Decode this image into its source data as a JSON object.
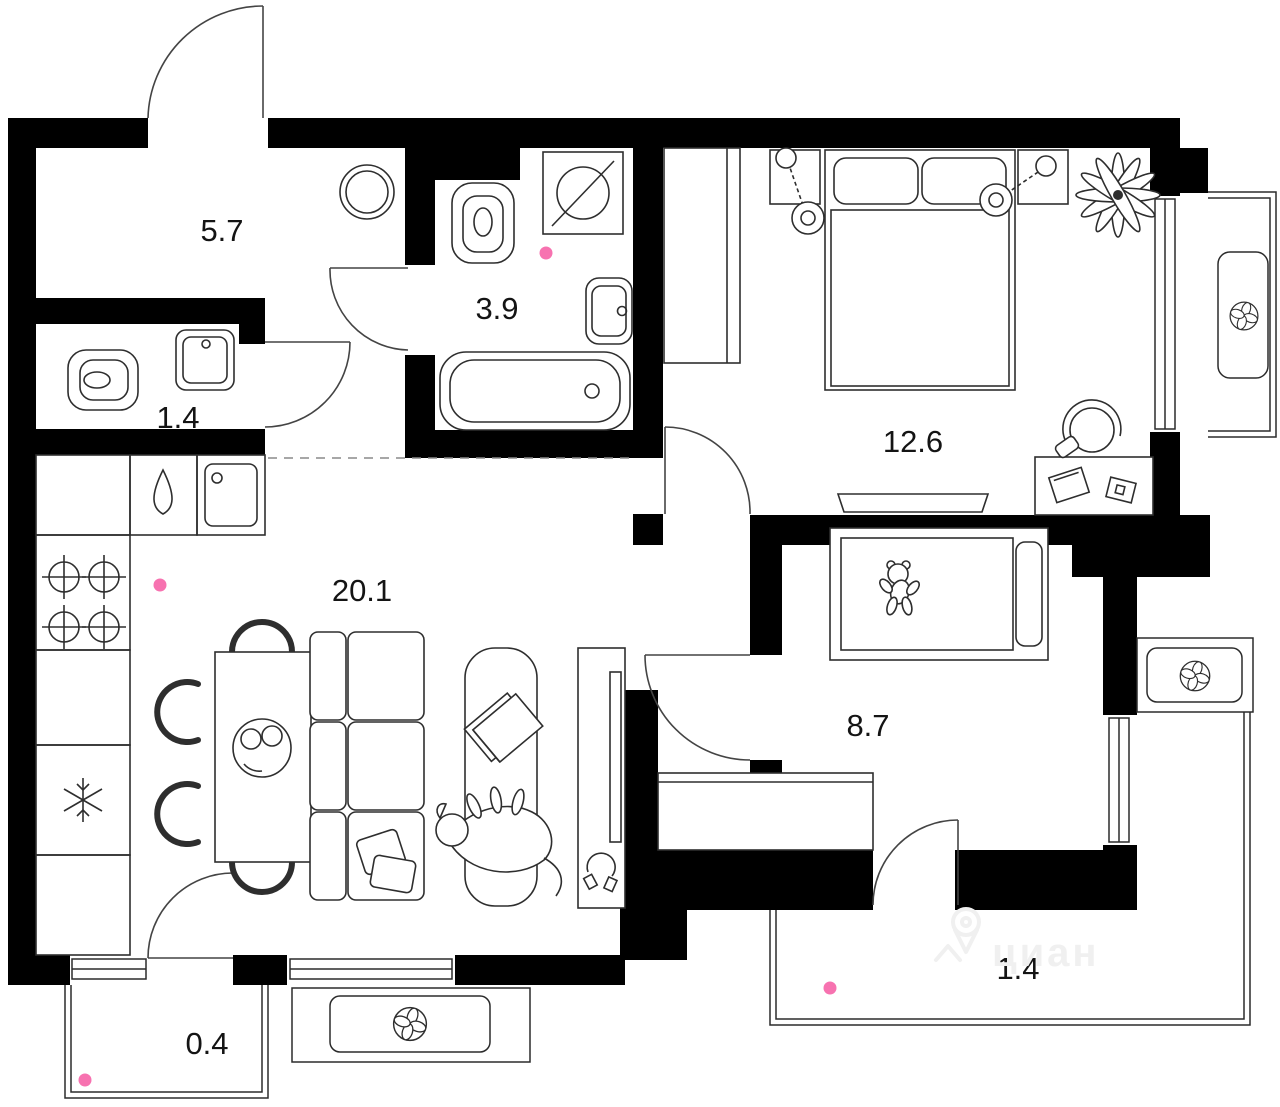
{
  "plan": {
    "title": "apartment-floor-plan",
    "rooms": [
      {
        "id": "hallway",
        "area": "5.7"
      },
      {
        "id": "bathroom",
        "area": "3.9"
      },
      {
        "id": "wc",
        "area": "1.4"
      },
      {
        "id": "bedroom",
        "area": "12.6"
      },
      {
        "id": "living-kitchen",
        "area": "20.1"
      },
      {
        "id": "kids-room",
        "area": "8.7"
      },
      {
        "id": "balcony-small",
        "area": "0.4"
      },
      {
        "id": "balcony-large",
        "area": "1.4"
      }
    ],
    "watermark": {
      "text": "циан"
    },
    "colors": {
      "wall": "#000000",
      "marker_dot": "#f772b0",
      "watermark": "#f0f0f0",
      "line": "#2e2e2e"
    },
    "icons": [
      "fan-icon",
      "snowflake-icon",
      "stove-burner-icon",
      "faucet-drop-icon",
      "washing-machine-icon",
      "toilet-icon",
      "sink-icon",
      "bathtub-icon",
      "mirror-icon",
      "double-bed-icon",
      "crib-icon",
      "teddy-bear-icon",
      "sofa-icon",
      "dining-table-icon",
      "plate-icon",
      "rug-book-icon",
      "dog-icon",
      "tv-icon",
      "headphones-icon",
      "desk-icon",
      "chair-icon",
      "plant-icon",
      "lamp-icon",
      "map-pin-icon"
    ]
  }
}
